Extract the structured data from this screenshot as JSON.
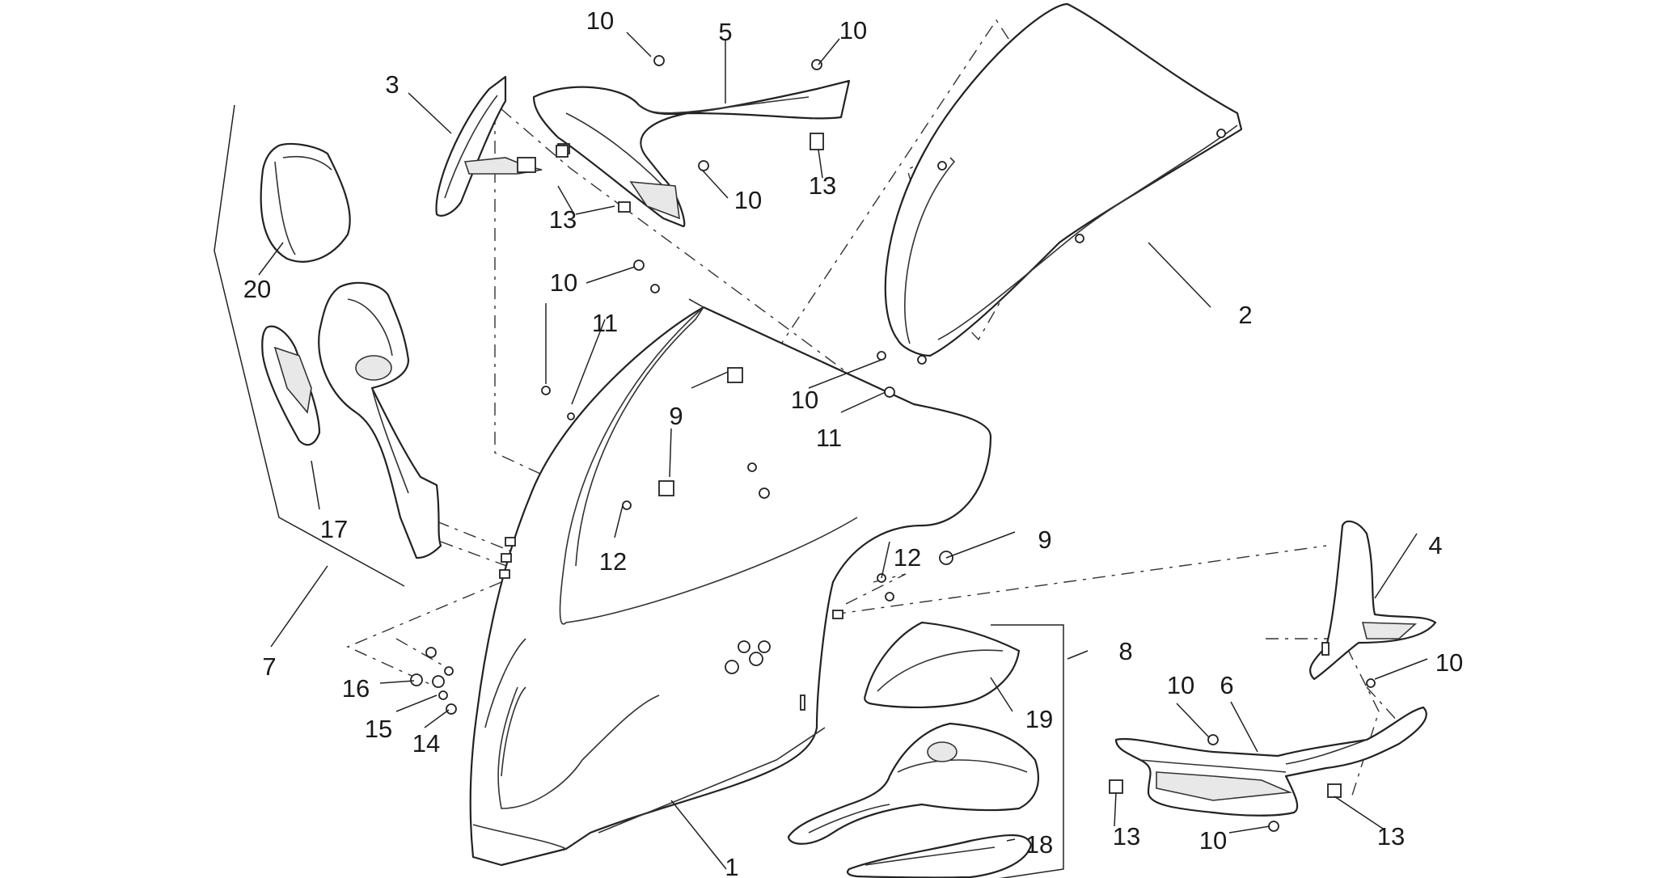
{
  "callouts": [
    {
      "id": "c10a",
      "text": "10"
    },
    {
      "id": "c5",
      "text": "5"
    },
    {
      "id": "c10b",
      "text": "10"
    },
    {
      "id": "c3",
      "text": "3"
    },
    {
      "id": "c10c",
      "text": "10"
    },
    {
      "id": "c13a",
      "text": "13"
    },
    {
      "id": "c13b",
      "text": "13"
    },
    {
      "id": "c20",
      "text": "20"
    },
    {
      "id": "c10d",
      "text": "10"
    },
    {
      "id": "c11a",
      "text": "11"
    },
    {
      "id": "c2",
      "text": "2"
    },
    {
      "id": "c9a",
      "text": "9"
    },
    {
      "id": "c10e",
      "text": "10"
    },
    {
      "id": "c11b",
      "text": "11"
    },
    {
      "id": "c17",
      "text": "17"
    },
    {
      "id": "c12a",
      "text": "12"
    },
    {
      "id": "c9b",
      "text": "9"
    },
    {
      "id": "c12b",
      "text": "12"
    },
    {
      "id": "c4",
      "text": "4"
    },
    {
      "id": "c7",
      "text": "7"
    },
    {
      "id": "c8",
      "text": "8"
    },
    {
      "id": "c10f",
      "text": "10"
    },
    {
      "id": "c10g",
      "text": "10"
    },
    {
      "id": "c6",
      "text": "6"
    },
    {
      "id": "c16",
      "text": "16"
    },
    {
      "id": "c19",
      "text": "19"
    },
    {
      "id": "c15",
      "text": "15"
    },
    {
      "id": "c14",
      "text": "14"
    },
    {
      "id": "c13c",
      "text": "13"
    },
    {
      "id": "c13d",
      "text": "13"
    },
    {
      "id": "c10h",
      "text": "10"
    },
    {
      "id": "c18",
      "text": "18"
    },
    {
      "id": "c1",
      "text": "1"
    }
  ]
}
